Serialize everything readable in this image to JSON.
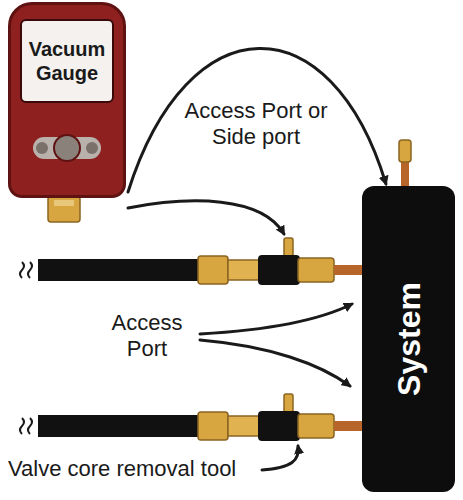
{
  "diagram": {
    "nodes": [
      {
        "text": [
          "Vacuum Gauge"
        ]
      },
      {
        "text": [
          "System"
        ]
      }
    ],
    "edges": [
      {
        "from": 0,
        "to": 1,
        "arrow": "to"
      }
    ],
    "labels": [
      "Access Port or Side port",
      "Access Port",
      "Valve core removal tool"
    ]
  }
}
